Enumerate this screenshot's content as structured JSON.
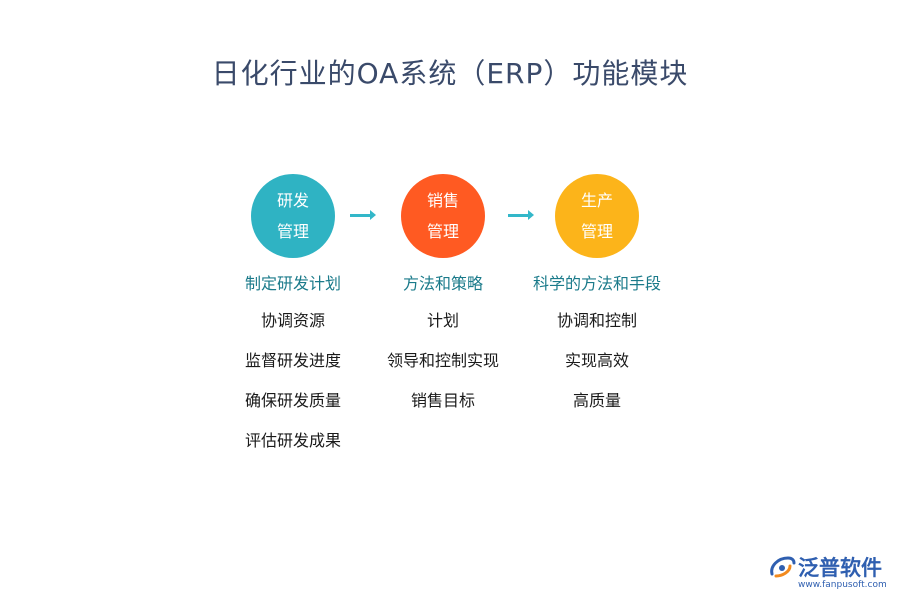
{
  "title": "日化行业的OA系统（ERP）功能模块",
  "modules": [
    {
      "circle_line1": "研发",
      "circle_line2": "管理",
      "color": "#2fb3c3",
      "heading": "制定研发计划",
      "items": [
        "协调资源",
        "监督研发进度",
        "确保研发质量",
        "评估研发成果"
      ]
    },
    {
      "circle_line1": "销售",
      "circle_line2": "管理",
      "color": "#ff5a22",
      "heading": "方法和策略",
      "items": [
        "计划",
        "领导和控制实现",
        "销售目标"
      ]
    },
    {
      "circle_line1": "生产",
      "circle_line2": "管理",
      "color": "#fcb41a",
      "heading": "科学的方法和手段",
      "items": [
        "协调和控制",
        "实现高效",
        "高质量"
      ]
    }
  ],
  "arrow_color": "#33b7c9",
  "logo": {
    "name": "泛普软件",
    "url": "www.fanpusoft.com",
    "color": "#2f5fb0"
  }
}
